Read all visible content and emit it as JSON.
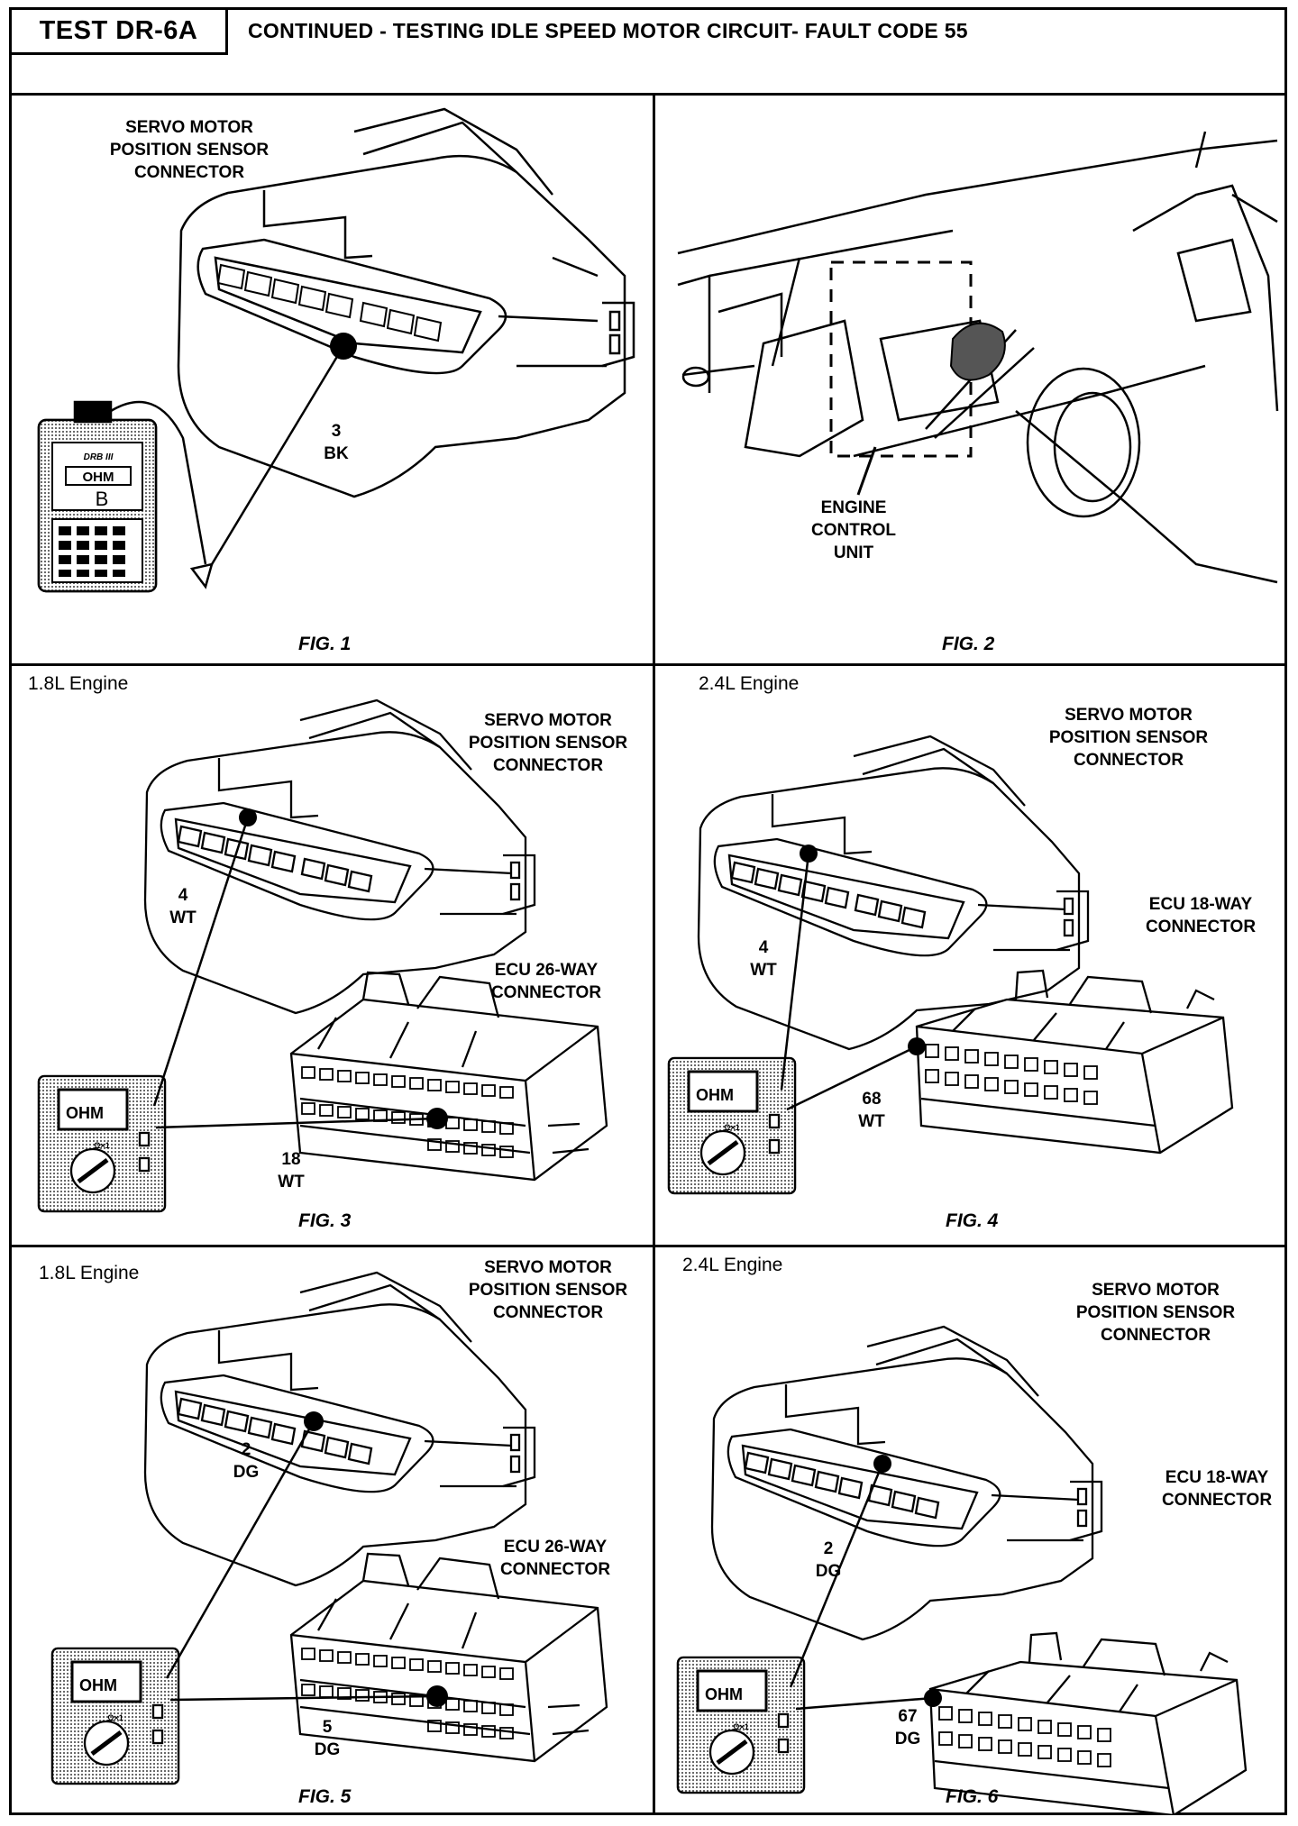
{
  "header": {
    "test_id": "TEST DR-6A",
    "title": "CONTINUED -  TESTING IDLE SPEED MOTOR CIRCUIT- FAULT CODE 55"
  },
  "figures": [
    {
      "caption": "FIG. 1",
      "connector_label": [
        "SERVO MOTOR",
        "POSITION SENSOR",
        "CONNECTOR"
      ],
      "pin": [
        "3",
        "BK"
      ],
      "meter": {
        "display": "OHM",
        "brand": "DRB III",
        "mode": "B"
      }
    },
    {
      "caption": "FIG. 2",
      "component_label": [
        "ENGINE",
        "CONTROL",
        "UNIT"
      ]
    },
    {
      "caption": "FIG. 3",
      "engine": "1.8L Engine",
      "connector_label": [
        "SERVO MOTOR",
        "POSITION SENSOR",
        "CONNECTOR"
      ],
      "ecu_label": [
        "ECU 26-WAY",
        "CONNECTOR"
      ],
      "pin_a": [
        "4",
        "WT"
      ],
      "pin_b": [
        "18",
        "WT"
      ],
      "meter": {
        "display": "OHM",
        "range": "Ω×1"
      }
    },
    {
      "caption": "FIG. 4",
      "engine": "2.4L Engine",
      "connector_label": [
        "SERVO MOTOR",
        "POSITION SENSOR",
        "CONNECTOR"
      ],
      "ecu_label": [
        "ECU 18-WAY",
        "CONNECTOR"
      ],
      "pin_a": [
        "4",
        "WT"
      ],
      "pin_b": [
        "68",
        "WT"
      ],
      "meter": {
        "display": "OHM",
        "range": "Ω×1"
      }
    },
    {
      "caption": "FIG. 5",
      "engine": "1.8L Engine",
      "connector_label": [
        "SERVO MOTOR",
        "POSITION SENSOR",
        "CONNECTOR"
      ],
      "ecu_label": [
        "ECU 26-WAY",
        "CONNECTOR"
      ],
      "pin_a": [
        "2",
        "DG"
      ],
      "pin_b": [
        "5",
        "DG"
      ],
      "meter": {
        "display": "OHM",
        "range": "Ω×1"
      }
    },
    {
      "caption": "FIG. 6",
      "engine": "2.4L Engine",
      "connector_label": [
        "SERVO MOTOR",
        "POSITION SENSOR",
        "CONNECTOR"
      ],
      "ecu_label": [
        "ECU 18-WAY",
        "CONNECTOR"
      ],
      "pin_a": [
        "2",
        "DG"
      ],
      "pin_b": [
        "67",
        "DG"
      ],
      "meter": {
        "display": "OHM",
        "range": "Ω×1"
      }
    }
  ]
}
